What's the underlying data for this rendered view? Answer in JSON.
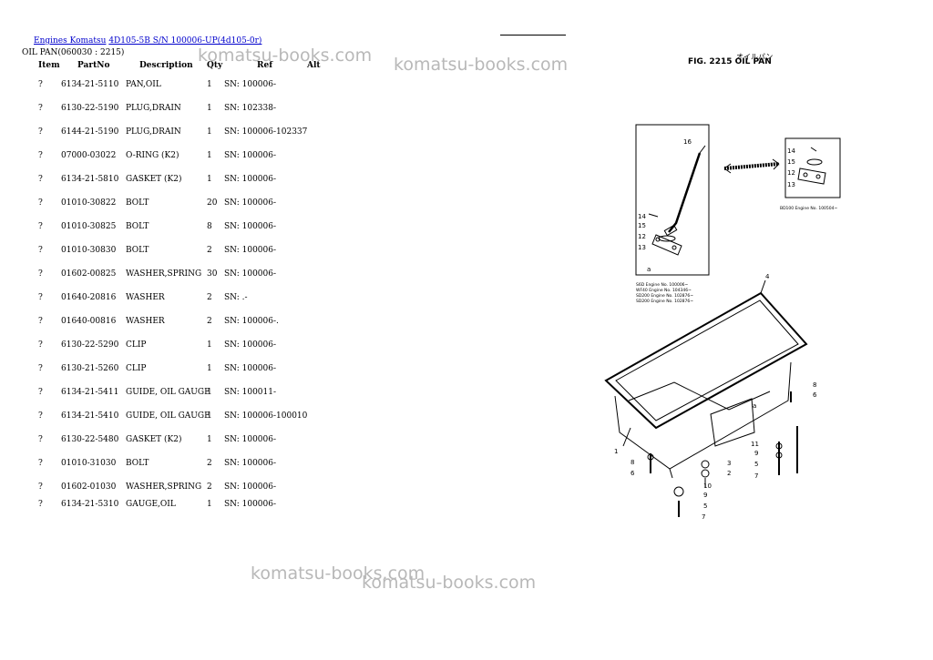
{
  "breadcrumb": {
    "link1": "Engines Komatsu",
    "link2": "4D105-5B S/N 100006-UP(4d105-0r)"
  },
  "subtitle": "OIL PAN(060030 : 2215)",
  "table": {
    "headers": {
      "item": "Item",
      "partno": "PartNo",
      "description": "Description",
      "qty": "Qty",
      "ref": "Ref",
      "alt": "Alt"
    },
    "rows": [
      {
        "item": "?",
        "partno": "6134-21-5110",
        "description": "PAN,OIL",
        "qty": "1",
        "ref": "SN: 100006-"
      },
      {
        "item": "?",
        "partno": "6130-22-5190",
        "description": "PLUG,DRAIN",
        "qty": "1",
        "ref": "SN: 102338-"
      },
      {
        "item": "?",
        "partno": "6144-21-5190",
        "description": "PLUG,DRAIN",
        "qty": "1",
        "ref": "SN: 100006-102337"
      },
      {
        "item": "?",
        "partno": "07000-03022",
        "description": "O-RING (K2)",
        "qty": "1",
        "ref": "SN: 100006-"
      },
      {
        "item": "?",
        "partno": "6134-21-5810",
        "description": "GASKET (K2)",
        "qty": "1",
        "ref": "SN: 100006-"
      },
      {
        "item": "?",
        "partno": "01010-30822",
        "description": "BOLT",
        "qty": "20",
        "ref": "SN: 100006-"
      },
      {
        "item": "?",
        "partno": "01010-30825",
        "description": "BOLT",
        "qty": "8",
        "ref": "SN: 100006-"
      },
      {
        "item": "?",
        "partno": "01010-30830",
        "description": "BOLT",
        "qty": "2",
        "ref": "SN: 100006-"
      },
      {
        "item": "?",
        "partno": "01602-00825",
        "description": "WASHER,SPRING",
        "qty": "30",
        "ref": "SN: 100006-"
      },
      {
        "item": "?",
        "partno": "01640-20816",
        "description": "WASHER",
        "qty": "2",
        "ref": "SN: .-"
      },
      {
        "item": "?",
        "partno": "01640-00816",
        "description": "WASHER",
        "qty": "2",
        "ref": "SN: 100006-."
      },
      {
        "item": "?",
        "partno": "6130-22-5290",
        "description": "CLIP",
        "qty": "1",
        "ref": "SN: 100006-"
      },
      {
        "item": "?",
        "partno": "6130-21-5260",
        "description": "CLIP",
        "qty": "1",
        "ref": "SN: 100006-"
      },
      {
        "item": "?",
        "partno": "6134-21-5411",
        "description": "GUIDE, OIL GAUGE",
        "qty": "1",
        "ref": "SN: 100011-"
      },
      {
        "item": "?",
        "partno": "6134-21-5410",
        "description": "GUIDE, OIL GAUGE",
        "qty": "1",
        "ref": "SN: 100006-100010"
      },
      {
        "item": "?",
        "partno": "6130-22-5480",
        "description": "GASKET (K2)",
        "qty": "1",
        "ref": "SN: 100006-"
      },
      {
        "item": "?",
        "partno": "01010-31030",
        "description": "BOLT",
        "qty": "2",
        "ref": "SN: 100006-"
      },
      {
        "item": "?",
        "partno": "01602-01030",
        "description": "WASHER,SPRING",
        "qty": "2",
        "ref": "SN: 100006-"
      },
      {
        "item": "?",
        "partno": "6134-21-5310",
        "description": "GAUGE,OIL",
        "qty": "1",
        "ref": "SN: 100006-"
      }
    ]
  },
  "watermarks": [
    "komatsu-books.com",
    "komatsu-books.com",
    "komatsu-books.com",
    "komatsu-books.com"
  ],
  "figure": {
    "label": "FIG. 2215  OIL PAN",
    "jp": "オイルパン",
    "callouts": [
      "16",
      "14",
      "15",
      "12",
      "13",
      "a",
      "4",
      "8",
      "6",
      "1",
      "8",
      "6",
      "3",
      "2",
      "10",
      "9",
      "5",
      "7",
      "11",
      "9",
      "5",
      "7",
      "a",
      "14",
      "15",
      "12",
      "13"
    ],
    "applic_left": [
      "S6D  Engine No. 100006~",
      "WF40 Engine No. 104346~",
      "SD200 Engine No. 102876~",
      "SD200 Engine No. 102876~"
    ],
    "applic_right": "BD100 Engine No. 100504~"
  }
}
